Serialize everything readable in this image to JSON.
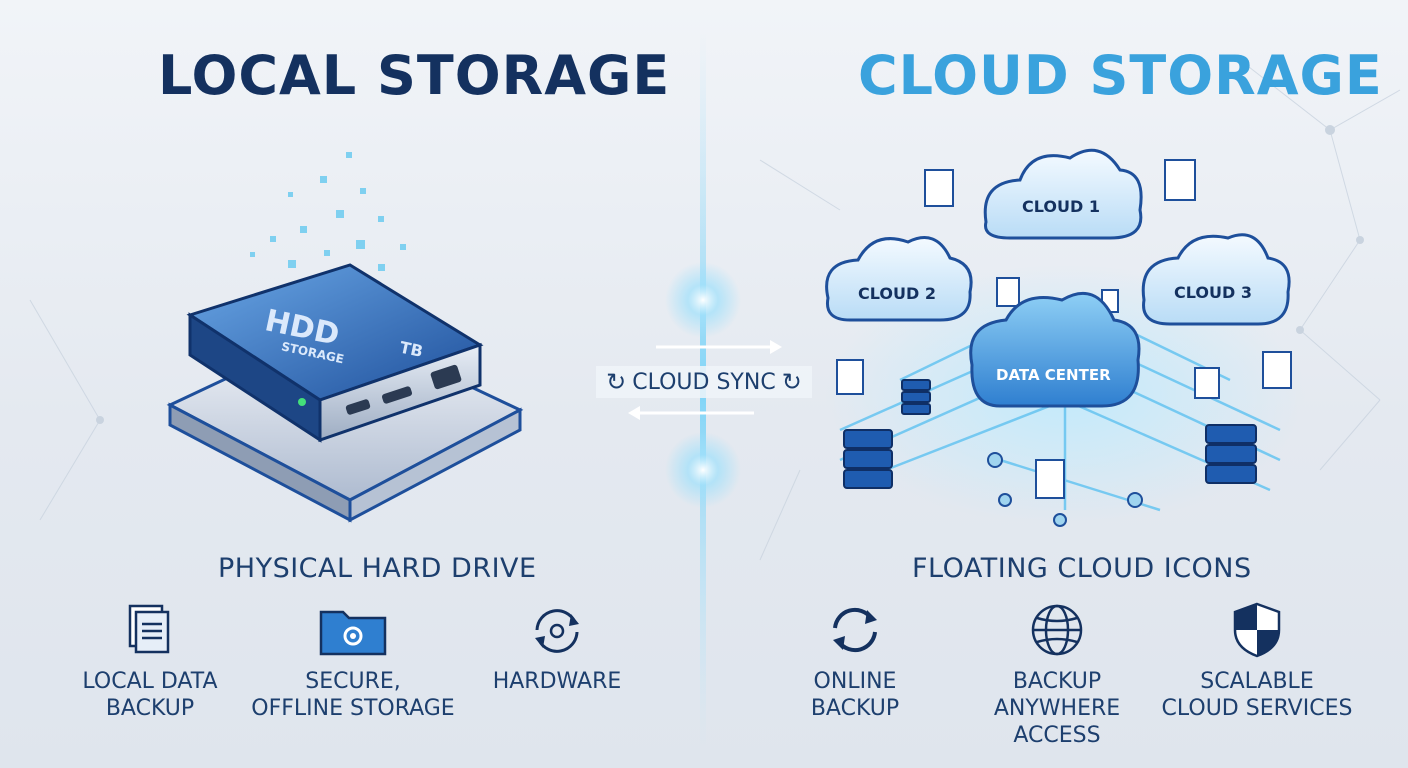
{
  "left": {
    "title": "LOCAL STORAGE",
    "device": {
      "main_label": "HDD",
      "sub_label": "STORAGE",
      "capacity_label": "TB"
    },
    "subtitle": "PHYSICAL HARD DRIVE",
    "features": [
      {
        "icon": "documents-icon",
        "line1": "LOCAL DATA",
        "line2": "BACKUP"
      },
      {
        "icon": "folder-gear-icon",
        "line1": "SECURE,",
        "line2": "OFFLINE STORAGE"
      },
      {
        "icon": "hardware-sync-icon",
        "line1": "HARDWARE",
        "line2": ""
      }
    ]
  },
  "center": {
    "sync_label": "CLOUD SYNC",
    "sync_icon": "refresh-icon"
  },
  "right": {
    "title": "CLOUD STORAGE",
    "clouds": {
      "c1": "CLOUD 1",
      "c2": "CLOUD 2",
      "c3": "CLOUD 3",
      "dc": "DATA CENTER"
    },
    "subtitle": "FLOATING CLOUD ICONS",
    "features": [
      {
        "icon": "sync-icon",
        "line1": "ONLINE",
        "line2": "BACKUP"
      },
      {
        "icon": "globe-icon",
        "line1": "BACKUP",
        "line2": "ANYWHERE ACCESS"
      },
      {
        "icon": "shield-icon",
        "line1": "SCALABLE",
        "line2": "CLOUD SERVICES"
      }
    ]
  },
  "colors": {
    "navy": "#14315f",
    "cloud_blue": "#3aa2dd",
    "accent": "#5bc3ef",
    "text": "#1d3f6e"
  }
}
